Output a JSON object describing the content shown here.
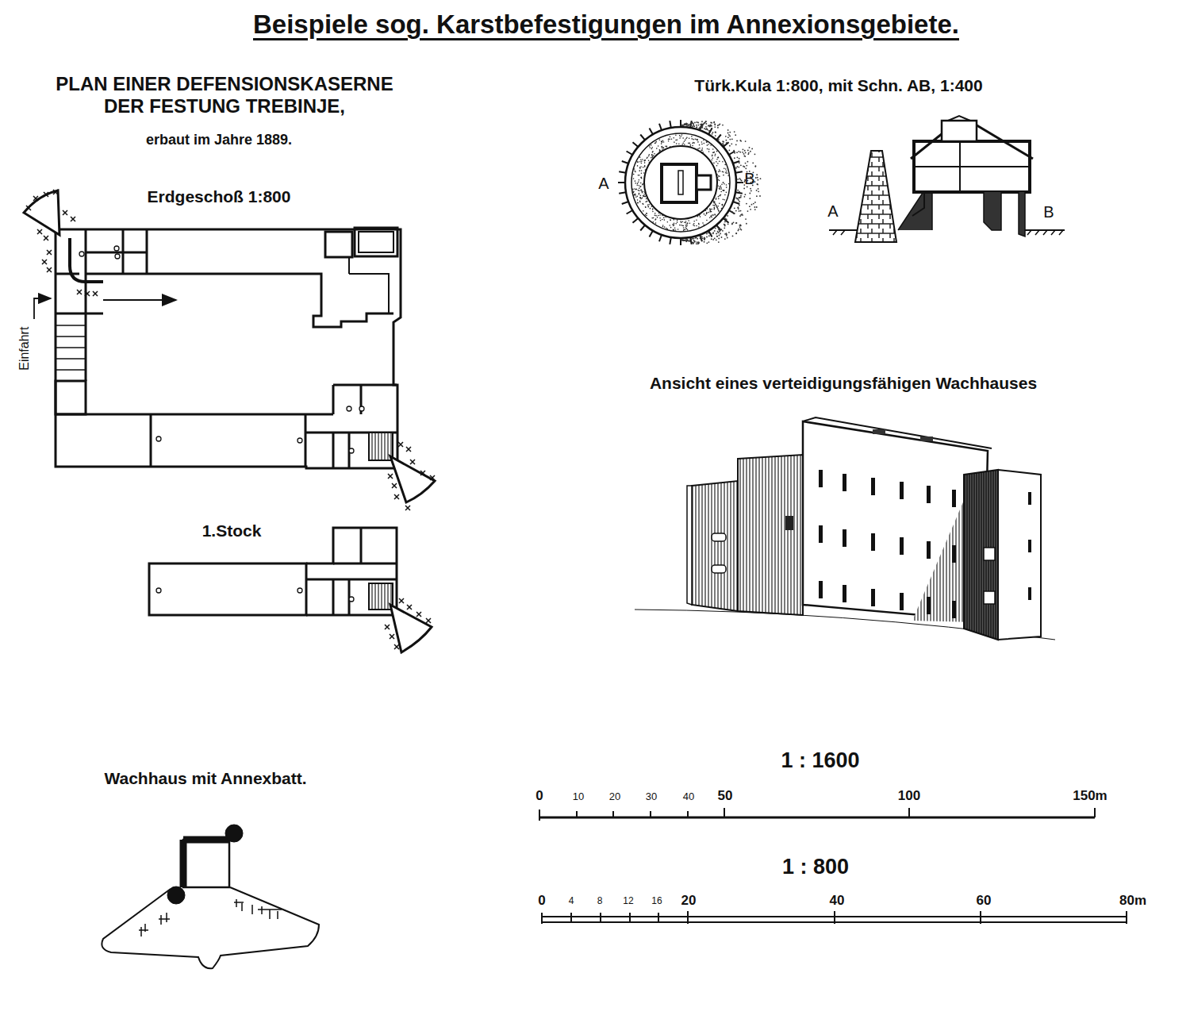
{
  "diagram": {
    "title": "Beispiele sog. Karstbefestigungen im Annexionsgebiete.",
    "labels": [
      "PLAN EINER DEFENSIONSKASERNE DER FESTUNG TREBINJE,",
      "erbaut im Jahre 1889.",
      "Erdgeschoß 1:800",
      "Einfahrt",
      "1.Stock",
      "Türk.Kula 1:800, mit Schn. AB, 1:400",
      "A",
      "B",
      "A",
      "B",
      "Ansicht eines verteidigungsfähigen Wachhauses",
      "Wachhaus mit Annexbatt.",
      "1 : 1600",
      "0",
      "10",
      "20",
      "30",
      "40",
      "50",
      "100",
      "150m",
      "1 : 800",
      "0",
      "4",
      "8",
      "12",
      "16",
      "20",
      "40",
      "60",
      "80m"
    ]
  }
}
